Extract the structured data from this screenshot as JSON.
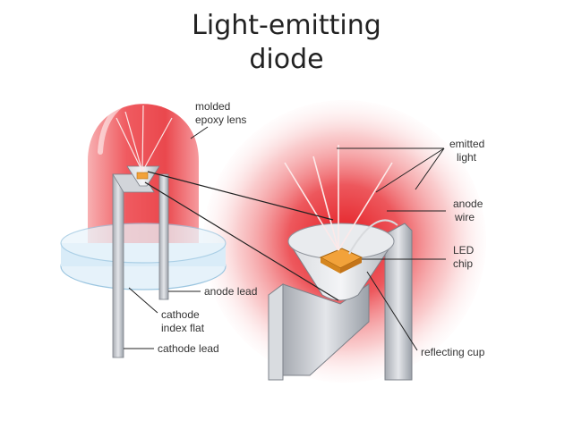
{
  "title": {
    "line1": "Light-emitting",
    "line2": "diode"
  },
  "labels": {
    "molded_epoxy_lens": [
      "molded",
      "epoxy lens"
    ],
    "emitted_light": [
      "emitted",
      "light"
    ],
    "anode_wire": [
      "anode",
      "wire"
    ],
    "led_chip": [
      "LED",
      "chip"
    ],
    "anode_lead": [
      "anode lead"
    ],
    "cathode_index_flat": [
      "cathode",
      "index flat"
    ],
    "cathode_lead": [
      "cathode lead"
    ],
    "reflecting_cup": [
      "reflecting cup"
    ]
  },
  "colors": {
    "glow": "#e8282c",
    "epoxy": "#f0545a",
    "metal": "#c9ccd2",
    "metal_dark": "#8e939b",
    "chip": "#f2a23a",
    "base_ring": "#cfe6f4"
  }
}
